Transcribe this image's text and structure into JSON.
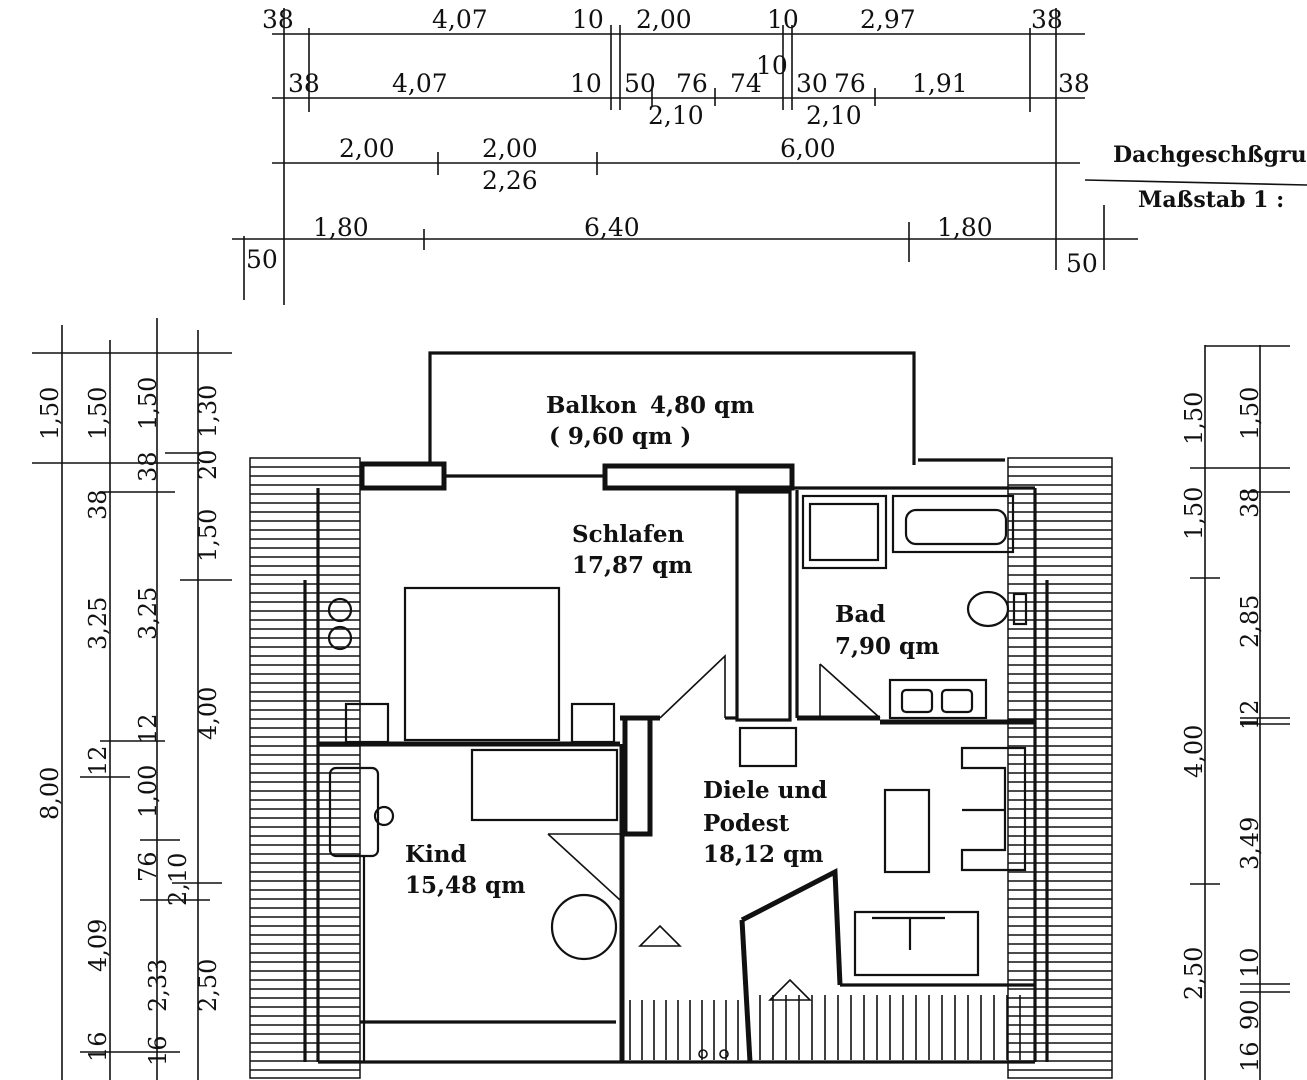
{
  "title_block": {
    "title": "Dachgeschßgrur",
    "scale": "Maßstab 1 :"
  },
  "rooms": {
    "balkon": {
      "name": "Balkon",
      "area": "4,80 qm",
      "note": "( 9,60 qm )"
    },
    "schlafen": {
      "name": "Schlafen",
      "area": "17,87 qm"
    },
    "bad": {
      "name": "Bad",
      "area": "7,90 qm"
    },
    "kind": {
      "name": "Kind",
      "area": "15,48 qm"
    },
    "diele": {
      "line1": "Diele und",
      "line2": "Podest",
      "area": "18,12 qm"
    }
  },
  "dims_top": {
    "row1": [
      "38",
      "4,07",
      "10",
      "2,00",
      "10",
      "2,97",
      "38"
    ],
    "row2": [
      "38",
      "4,07",
      "10",
      "50",
      "76",
      "74",
      "10",
      "30",
      "76",
      "1,91",
      "38"
    ],
    "row2_sub": [
      "2,10",
      "2,10"
    ],
    "row3": [
      "2,00",
      "2,00",
      "6,00"
    ],
    "row3_sub": "2,26",
    "row4": [
      "1,80",
      "6,40",
      "1,80"
    ],
    "row4_ends": [
      "50",
      "50"
    ]
  },
  "dims_left": {
    "col1": [
      "1,50",
      "8,00"
    ],
    "col2": [
      "1,50",
      "38",
      "3,25",
      "12",
      "4,09",
      "16"
    ],
    "col3": [
      "38",
      "1,50",
      "3,25",
      "12",
      "1,00",
      "76",
      "2,33",
      "16"
    ],
    "col4": [
      "20",
      "1,30",
      "1,50",
      "4,00",
      "2,10",
      "2,50"
    ]
  },
  "dims_right": {
    "col1": [
      "1,50",
      "1,50",
      "4,00",
      "2,50"
    ],
    "col2": [
      "1,50",
      "38",
      "2,85",
      "12",
      "3,49",
      "10",
      "90",
      "16"
    ]
  }
}
